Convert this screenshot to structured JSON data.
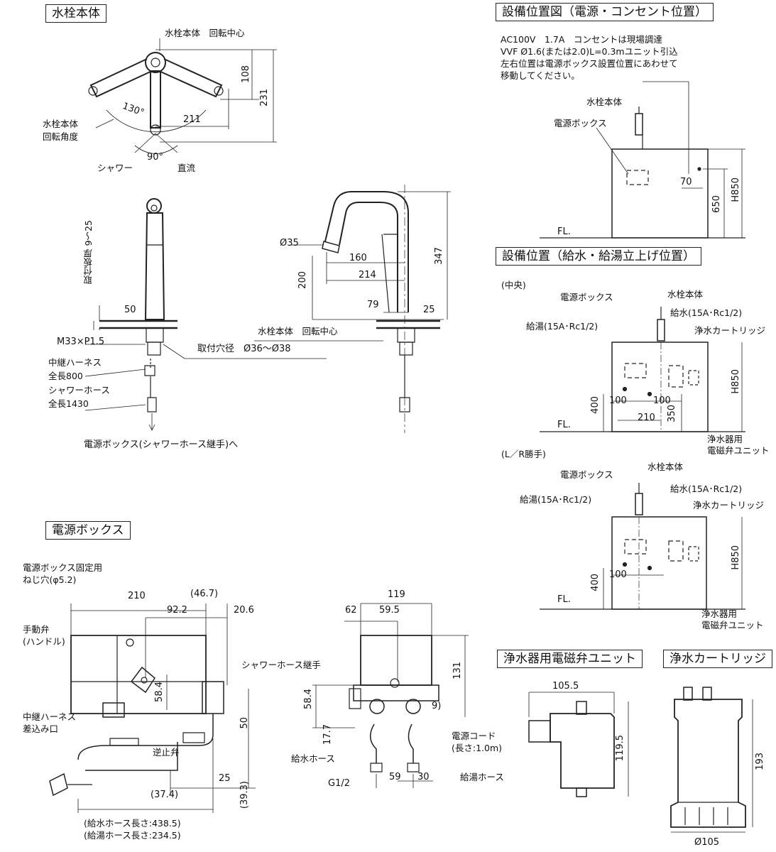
{
  "sections": {
    "faucet": "水栓本体",
    "equip_power": "設備位置図（電源・コンセント位置）",
    "equip_water": "設備位置（給水・給湯立上げ位置）",
    "power_box": "電源ボックス",
    "solenoid": "浄水器用電磁弁ユニット",
    "cartridge": "浄水カートリッジ"
  },
  "faucet_top": {
    "rotation_center": "水栓本体　回転中心",
    "rotation_angle": [
      "水栓本体",
      "回転角度"
    ],
    "shower": "シャワー",
    "straight": "直流",
    "dims": {
      "d108": "108",
      "d231": "231",
      "d211": "211",
      "a130": "130°",
      "a90": "90°"
    }
  },
  "faucet_side": {
    "plate_thickness": "取付板厚 9～25",
    "d50": "50",
    "thread": "M33×P1.5",
    "hole": "取付穴径　Ø36～Ø38",
    "harness": [
      "中継ハーネス",
      "全長800"
    ],
    "shower_hose": [
      "シャワーホース",
      "全長1430"
    ],
    "to_box": "電源ボックス(シャワーホース継手)へ"
  },
  "faucet_front": {
    "d35": "Ø35",
    "d160": "160",
    "d214": "214",
    "d200": "200",
    "d347": "347",
    "d79": "79",
    "d25": "25",
    "rotation_center": "水栓本体　回転中心"
  },
  "power_location": {
    "note": [
      "AC100V　1.7A　コンセントは現場調達",
      "VVF Ø1.6(または2.0)L=0.3mユニット引込",
      "左右位置は電源ボックス設置位置にあわせて",
      "移動してください。"
    ],
    "faucet": "水栓本体",
    "box": "電源ボックス",
    "d70": "70",
    "d650": "650",
    "h850": "H850",
    "fl": "FL."
  },
  "water_center": {
    "label": "(中央)",
    "box": "電源ボックス",
    "faucet": "水栓本体",
    "cold": "給水(15A･Rc1/2)",
    "hot": "給湯(15A･Rc1/2)",
    "cartridge": "浄水カートリッジ",
    "d100a": "100",
    "d100b": "100",
    "d210": "210",
    "d400": "400",
    "d350": "350",
    "h850": "H850",
    "fl": "FL.",
    "solenoid": [
      "浄水器用",
      "電磁弁ユニット"
    ]
  },
  "water_lr": {
    "label": "(L／R勝手)",
    "box": "電源ボックス",
    "faucet": "水栓本体",
    "cold": "給水(15A･Rc1/2)",
    "hot": "給湯(15A･Rc1/2)",
    "cartridge": "浄水カートリッジ",
    "d100": "100",
    "d400": "400",
    "h850": "H850",
    "fl": "FL.",
    "solenoid": [
      "浄水器用",
      "電磁弁ユニット"
    ]
  },
  "power_box_front": {
    "screw": [
      "電源ボックス固定用",
      "ねじ穴(φ5.2)"
    ],
    "valve": [
      "手動弁",
      "(ハンドル)"
    ],
    "harness_in": [
      "中継ハーネス",
      "差込み口"
    ],
    "check": "逆止弁",
    "d210": "210",
    "d46_7": "(46.7)",
    "d92_2": "92.2",
    "d20_6": "20.6",
    "d58_4": "58.4",
    "d50": "50",
    "d25": "25",
    "d37_4": "(37.4)",
    "d39_3": "(39.3)",
    "hose_lengths": [
      "(給水ホース長さ:438.5)",
      "(給湯ホース長さ:234.5)"
    ]
  },
  "power_box_side": {
    "shower_joint": "シャワーホース継手",
    "cold_hose": "給水ホース",
    "hot_hose": "給湯ホース",
    "g12": "G1/2",
    "cord": [
      "電源コード",
      "(長さ:1.0m)"
    ],
    "d119": "119",
    "d62": "62",
    "d59_5": "59.5",
    "d131": "131",
    "d58_4": "58.4",
    "d17_7": "17.7",
    "d9": "9)",
    "d59": "59",
    "d30": "30"
  },
  "solenoid_unit": {
    "d105_5": "105.5",
    "d119_5": "119.5"
  },
  "cartridge_unit": {
    "d193": "193",
    "d105": "Ø105"
  }
}
